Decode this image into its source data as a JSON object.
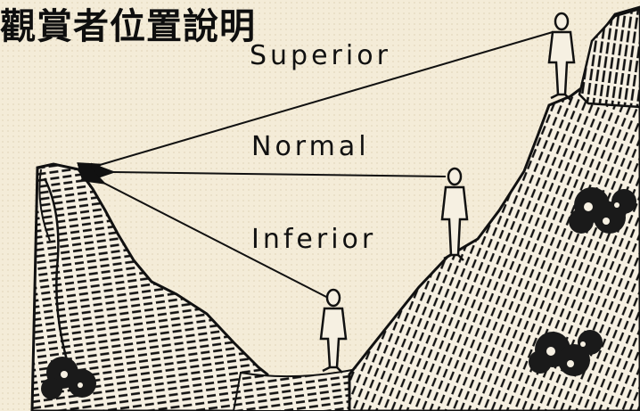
{
  "title": "觀賞者位置說明",
  "diagram": {
    "labels": {
      "superior": "Superior",
      "normal": "Normal",
      "inferior": "Inferior"
    },
    "colors": {
      "ink": "#111111",
      "paper": "#f4ecd8"
    }
  }
}
